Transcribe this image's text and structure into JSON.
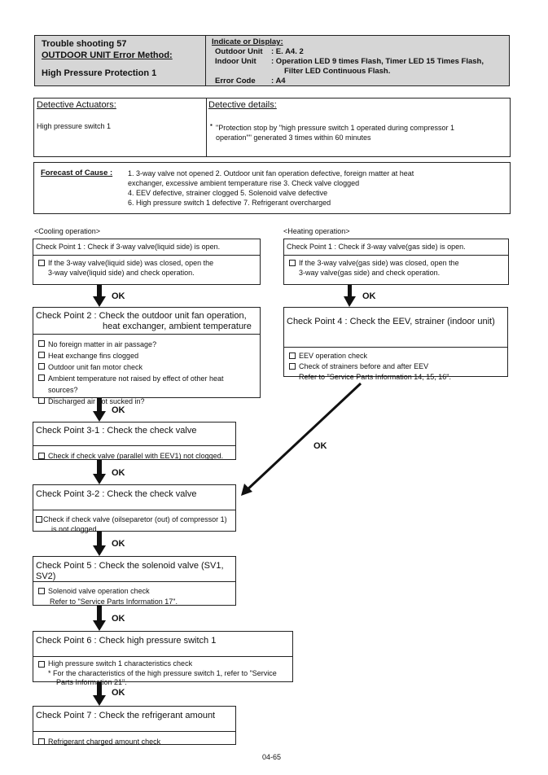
{
  "header": {
    "title_line1": "Trouble shooting  57",
    "title_line2": "OUTDOOR UNIT Error Method:",
    "title_line3": "High Pressure Protection 1",
    "indicate_label": "Indicate or Display:",
    "outdoor_label": "Outdoor Unit",
    "outdoor_value": ":  E. A4. 2",
    "indoor_label": "Indoor Unit",
    "indoor_value_1": ":  Operation LED 9 times Flash, Timer LED 15 Times Flash,",
    "indoor_value_2": "Filter LED Continuous Flash.",
    "error_label": "Error Code",
    "error_value": ":  A4"
  },
  "detective": {
    "actuators_label": "Detective Actuators:",
    "actuators_value": "High pressure switch 1",
    "details_label": "Detective details:",
    "details_bullet": "▪",
    "details_line1": "\"Protection stop by \"high pressure switch 1 operated during compressor 1",
    "details_line2": "operation\"\" generated 3 times within 60 minutes"
  },
  "forecast": {
    "label": "Forecast of Cause :",
    "line1": "1. 3-way valve not opened  2. Outdoor unit fan operation defective, foreign matter at heat",
    "line2": "exchanger, excessive ambient temperature rise  3. Check valve clogged",
    "line3": "4. EEV defective, strainer clogged  5. Solenoid valve defective",
    "line4": "6. High pressure switch 1 defective  7. Refrigerant overcharged"
  },
  "cooling_label": "<Cooling operation>",
  "heating_label": "<Heating operation>",
  "ok": "OK",
  "cp1_cool": {
    "title": "Check Point 1 : Check if 3-way valve(liquid side) is open.",
    "item1a": "If the 3-way valve(liquid side) was closed, open the",
    "item1b": "3-way valve(liquid side) and check operation."
  },
  "cp1_heat": {
    "title": "Check Point 1 : Check if 3-way valve(gas side) is open.",
    "item1a": "If the 3-way valve(gas side) was closed, open the",
    "item1b": "3-way valve(gas side) and check operation."
  },
  "cp2": {
    "title1": "Check Point 2 : Check the outdoor unit fan operation,",
    "title2": "heat exchanger, ambient temperature",
    "items": [
      "No foreign matter in air passage?",
      "Heat exchange fins clogged",
      "Outdoor unit fan motor check",
      "Ambient temperature not raised by effect of other heat sources?",
      "Discharged air not sucked in?"
    ]
  },
  "cp4": {
    "title": "Check Point 4 : Check the EEV, strainer (indoor unit)",
    "item1": "EEV operation check",
    "item2": "Check of strainers before and after EEV",
    "item2b": "Refer to \"Service Parts Information 14, 15, 16\"."
  },
  "cp31": {
    "title": "Check Point 3-1 : Check the check valve",
    "item1": "Check if check valve (parallel with EEV1) not clogged."
  },
  "cp32": {
    "title": "Check Point 3-2 : Check the check valve",
    "item1a": "Check if check valve (oilseparetor (out) of compressor 1)",
    "item1b": "is not clogged."
  },
  "cp5": {
    "title": "Check Point 5 : Check the solenoid valve (SV1, SV2)",
    "item1": "Solenoid valve operation check",
    "item1b": "Refer to \"Service Parts Information 17\"."
  },
  "cp6": {
    "title": "Check Point 6 : Check high pressure switch 1",
    "item1": "High pressure switch 1 characteristics check",
    "item1b": "* For the characteristics of the high pressure switch 1, refer to \"Service",
    "item1c": "Parts Information 21\"."
  },
  "cp7": {
    "title": "Check Point 7 : Check the refrigerant amount",
    "item1": "Refrigerant charged amount check"
  },
  "page_number": "04-65"
}
